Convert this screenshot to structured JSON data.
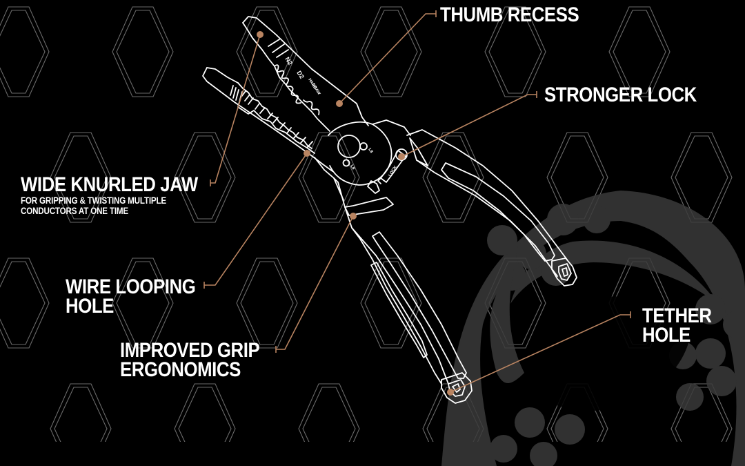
{
  "diagram": {
    "subject": "wire stripper pliers line drawing",
    "background": {
      "color": "#000000",
      "pattern": "elongated-hexagon-grid",
      "pattern_stroke": "#6a6a6a",
      "watermark": "large circular logo emblem (grey)",
      "watermark_color": "#3a3a3a"
    },
    "colors": {
      "leader_line": "#b98461",
      "drawing_stroke": "#ffffff",
      "label_text": "#ffffff"
    },
    "tool_markings": {
      "strip_1": "N2",
      "strip_2": "D2",
      "strip_3a": "HARD",
      "strip_3b": "DRAW",
      "pivot_mark_1": "L8",
      "pivot_mark_2": "L8",
      "lock_text": "LOCK"
    },
    "callouts": [
      {
        "id": "thumb-recess",
        "title": "THUMB RECESS",
        "subtitle": ""
      },
      {
        "id": "stronger-lock",
        "title": "STRONGER LOCK",
        "subtitle": ""
      },
      {
        "id": "wide-knurled-jaw",
        "title": "WIDE KNURLED JAW",
        "subtitle_line1": "FOR GRIPPING & TWISTING MULTIPLE",
        "subtitle_line2": "CONDUCTORS AT  ONE TIME"
      },
      {
        "id": "wire-looping-hole",
        "title_line1": "WIRE LOOPING",
        "title_line2": "HOLE"
      },
      {
        "id": "improved-grip",
        "title_line1": "IMPROVED GRIP",
        "title_line2": "ERGONOMICS"
      },
      {
        "id": "tether-hole",
        "title_line1": "TETHER",
        "title_line2": "HOLE"
      }
    ]
  }
}
